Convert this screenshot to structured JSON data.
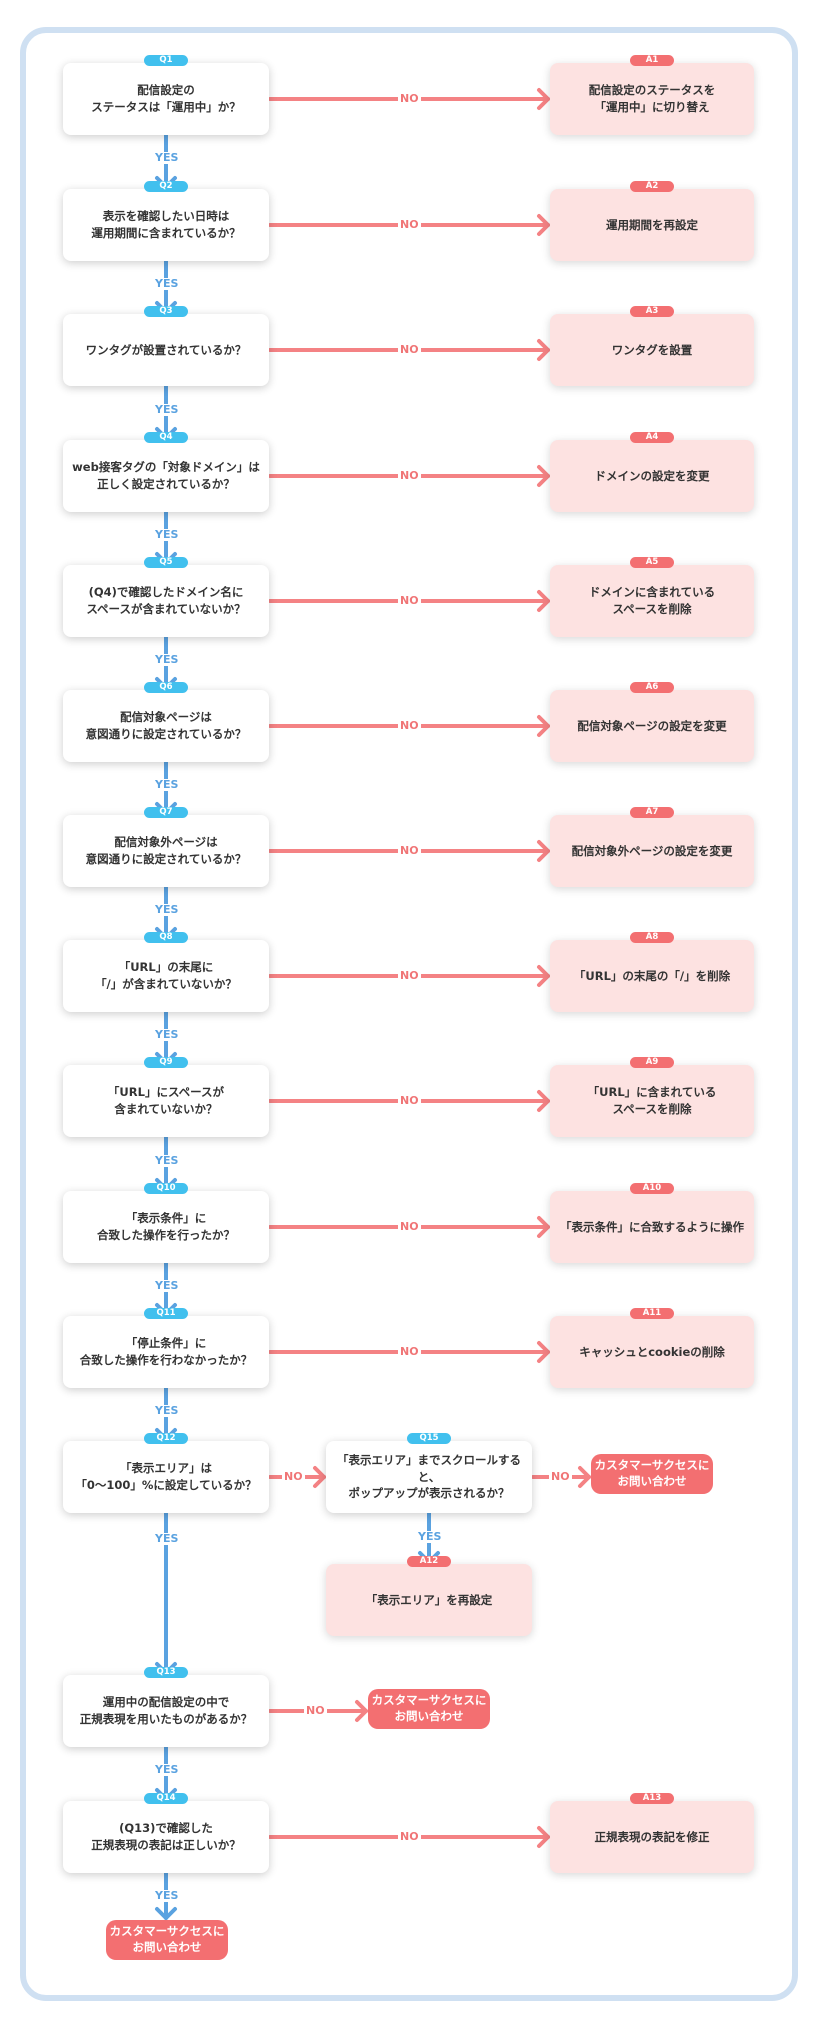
{
  "colors": {
    "question_badge": "#41c0ee",
    "answer_badge": "#f36f71",
    "answer_fill": "#fde2e1",
    "no_line": "#f48284",
    "yes_line": "#5aa2e0",
    "frame": "#cfe0f2"
  },
  "labels": {
    "yes": "YES",
    "no": "NO"
  },
  "questions": [
    {
      "id": "Q1",
      "text": "配信設定の\nステータスは「運用中」か？"
    },
    {
      "id": "Q2",
      "text": "表示を確認したい日時は\n運用期間に含まれているか？"
    },
    {
      "id": "Q3",
      "text": "ワンタグが設置されているか？"
    },
    {
      "id": "Q4",
      "text": "web接客タグの「対象ドメイン」は\n正しく設定されているか？"
    },
    {
      "id": "Q5",
      "text": "(Q4)で確認したドメイン名に\nスペースが含まれていないか？"
    },
    {
      "id": "Q6",
      "text": "配信対象ページは\n意図通りに設定されているか？"
    },
    {
      "id": "Q7",
      "text": "配信対象外ページは\n意図通りに設定されているか？"
    },
    {
      "id": "Q8",
      "text": "「URL」の末尾に\n「/」が含まれていないか？"
    },
    {
      "id": "Q9",
      "text": "「URL」にスペースが\n含まれていないか？"
    },
    {
      "id": "Q10",
      "text": "「表示条件」に\n合致した操作を行ったか？"
    },
    {
      "id": "Q11",
      "text": "「停止条件」に\n合致した操作を行わなかったか？"
    },
    {
      "id": "Q12",
      "text": "「表示エリア」は\n「0～100」%に設定しているか？"
    },
    {
      "id": "Q13",
      "text": "運用中の配信設定の中で\n正規表現を用いたものがあるか？"
    },
    {
      "id": "Q14",
      "text": "(Q13)で確認した\n正規表現の表記は正しいか？"
    },
    {
      "id": "Q15",
      "text": "「表示エリア」までスクロールすると、\nポップアップが表示されるか？"
    }
  ],
  "answers": [
    {
      "id": "A1",
      "text": "配信設定のステータスを\n「運用中」に切り替え"
    },
    {
      "id": "A2",
      "text": "運用期間を再設定"
    },
    {
      "id": "A3",
      "text": "ワンタグを設置"
    },
    {
      "id": "A4",
      "text": "ドメインの設定を変更"
    },
    {
      "id": "A5",
      "text": "ドメインに含まれている\nスペースを削除"
    },
    {
      "id": "A6",
      "text": "配信対象ページの設定を変更"
    },
    {
      "id": "A7",
      "text": "配信対象外ページの設定を変更"
    },
    {
      "id": "A8",
      "text": "「URL」の末尾の「/」を削除"
    },
    {
      "id": "A9",
      "text": "「URL」に含まれている\nスペースを削除"
    },
    {
      "id": "A10",
      "text": "「表示条件」に合致するように操作"
    },
    {
      "id": "A11",
      "text": "キャッシュとcookieの削除"
    },
    {
      "id": "A12",
      "text": "「表示エリア」を再設定"
    },
    {
      "id": "A13",
      "text": "正規表現の表記を修正"
    }
  ],
  "contact": "カスタマーサクセスに\nお問い合わせ"
}
